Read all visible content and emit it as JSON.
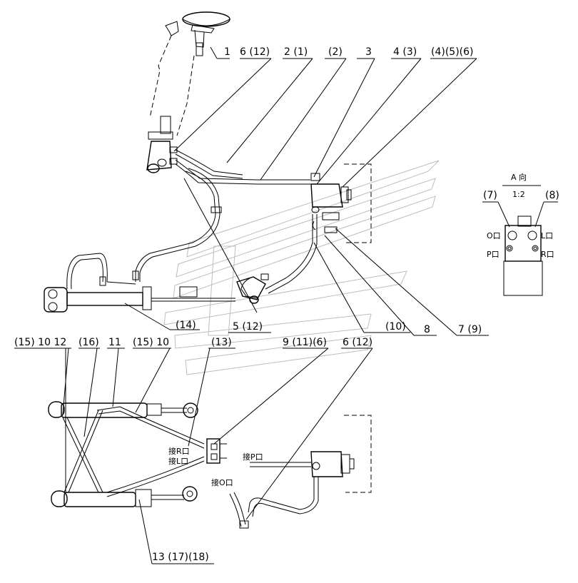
{
  "labels": {
    "top_callouts": [
      "1",
      "6 (12)",
      "2 (1)",
      "(2)",
      "3",
      "4 (3)",
      "(4)(5)(6)"
    ],
    "mid_callouts": [
      "(14)",
      "5 (12)",
      "(10)",
      "8",
      "7 (9)"
    ],
    "lower_callouts": [
      "(15) 10 12",
      "(16)",
      "11",
      "(15) 10",
      "(13)",
      "9 (11)(6)",
      "6 (12)"
    ],
    "bottom_callout": "13 (17)(18)",
    "port_connect": {
      "r_port": "接R口",
      "l_port": "接L口",
      "p_port": "接P口",
      "o_port": "接O口"
    }
  },
  "view_a": {
    "title": "A 向",
    "scale": "1:2",
    "left_callout": "(7)",
    "right_callout": "(8)",
    "ports": {
      "o": "O口",
      "l": "L口",
      "p": "P口",
      "r": "R口"
    }
  }
}
